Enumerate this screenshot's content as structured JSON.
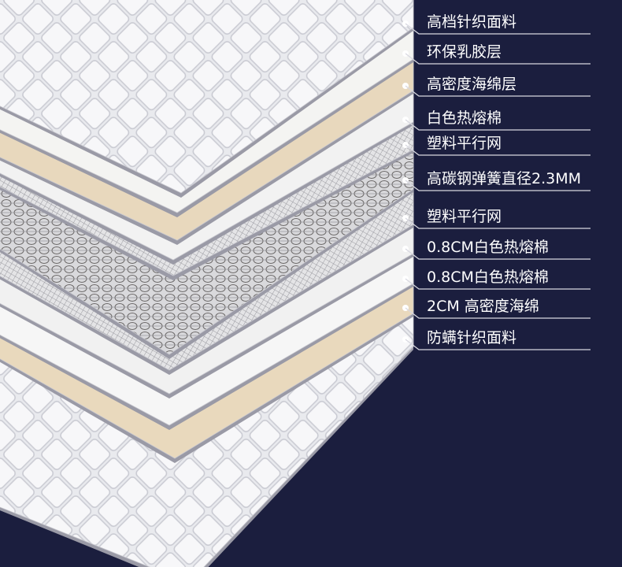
{
  "layers": [
    {
      "label": "高档针织面料",
      "fill": "quilt"
    },
    {
      "label": "环保乳胶层",
      "fill": "#f4f4f2"
    },
    {
      "label": "高密度海绵层",
      "fill": "#e8d8bd"
    },
    {
      "label": "白色热熔棉",
      "fill": "#f2f2f2"
    },
    {
      "label": "塑料平行网",
      "fill": "mesh"
    },
    {
      "label": "高碳钢弹簧直径2.3MM",
      "fill": "spring"
    },
    {
      "label": "塑料平行网",
      "fill": "mesh"
    },
    {
      "label": "0.8CM白色热熔棉",
      "fill": "#f1f1f1"
    },
    {
      "label": "0.8CM白色热熔棉",
      "fill": "#f6f6f6"
    },
    {
      "label": "2CM 高密度海绵",
      "fill": "#e9d9bd"
    },
    {
      "label": "防螨针织面料",
      "fill": "quilt"
    }
  ],
  "colors": {
    "background": "#1b1e3e",
    "line": "#d8d8e0"
  }
}
